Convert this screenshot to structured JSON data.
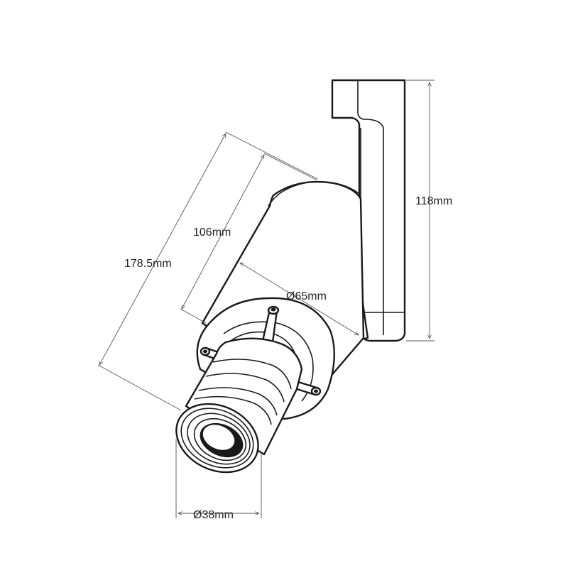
{
  "dimensions": {
    "overall_length": "178.5mm",
    "body_length": "106mm",
    "body_diameter": "Ø65mm",
    "bracket_height": "118mm",
    "lens_diameter": "Ø38mm"
  },
  "colors": {
    "line": "#1a1a1a",
    "dimension_line": "#555555",
    "background": "#ffffff"
  }
}
